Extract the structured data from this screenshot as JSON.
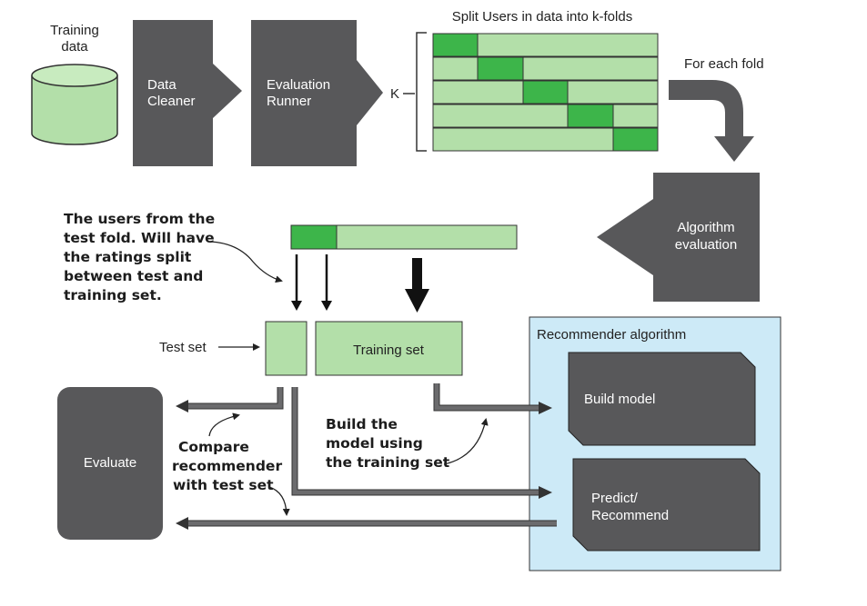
{
  "training_data": {
    "line1": "Training",
    "line2": "data"
  },
  "data_cleaner": {
    "line1": "Data",
    "line2": "Cleaner"
  },
  "evaluation_runner": {
    "line1": "Evaluation",
    "line2": "Runner"
  },
  "kfold": {
    "title": "Split Users in data into k-folds",
    "k_label": "K",
    "rows": 5
  },
  "for_each_fold": "For each fold",
  "algorithm_evaluation": {
    "line1": "Algorithm",
    "line2": "evaluation"
  },
  "test_fold_note": {
    "line1": "The users from the",
    "line2": "test fold. Will have",
    "line3": "the ratings split",
    "line4": "between test and",
    "line5": "training set."
  },
  "test_set_label": "Test set",
  "training_set_label": "Training set",
  "recommender": {
    "title": "Recommender algorithm",
    "build_model": "Build model",
    "predict_line1": "Predict/",
    "predict_line2": "Recommend"
  },
  "evaluate": "Evaluate",
  "compare_note": {
    "line1": "Compare",
    "line2": "recommender",
    "line3": "with test set"
  },
  "build_note": {
    "line1": "Build the",
    "line2": "model using",
    "line3": "the training set"
  },
  "colors": {
    "dark_box": "#58585a",
    "light_green": "#b3dfa9",
    "dark_green": "#3db54a",
    "light_blue": "#cdeaf7",
    "border": "#333333"
  }
}
